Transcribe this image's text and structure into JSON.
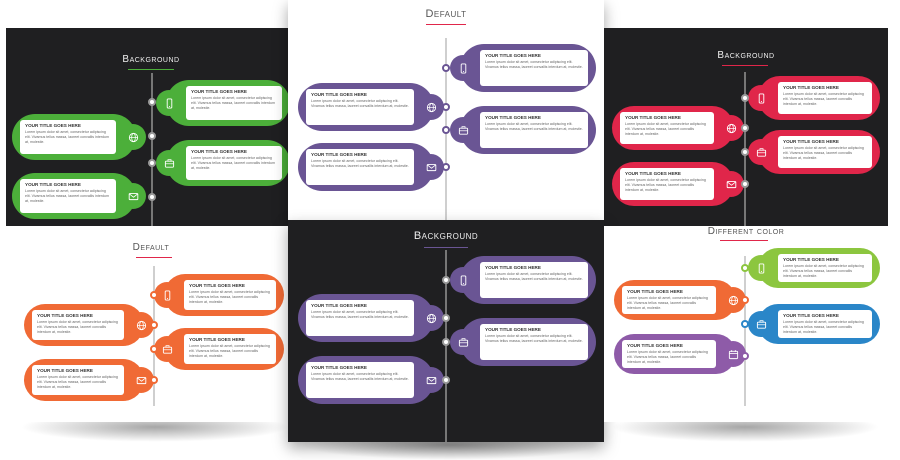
{
  "slides": {
    "top_left": {
      "title": "Background"
    },
    "top_center": {
      "title": "Default"
    },
    "top_right": {
      "title": "Background"
    },
    "bottom_left": {
      "title": "Default"
    },
    "bottom_center": {
      "title": "Background"
    },
    "bottom_right": {
      "title": "Different color"
    }
  },
  "card_text": {
    "title": "YOUR TITLE GOES HERE",
    "body": "Lorem ipsum dolor sit amet, consectetur adipiscing elit. Vivamus tellus massa, laoreet convallis interdum at, molestie."
  },
  "colors": {
    "green": "#4caf3a",
    "purple": "#6a5594",
    "red": "#e0264a",
    "orange": "#f06a35",
    "lime": "#8cc63f",
    "blue": "#2a86c8",
    "violet": "#8e5ba8"
  },
  "icons": [
    "phone-icon",
    "globe-icon",
    "briefcase-icon",
    "mail-icon",
    "calendar-icon"
  ]
}
